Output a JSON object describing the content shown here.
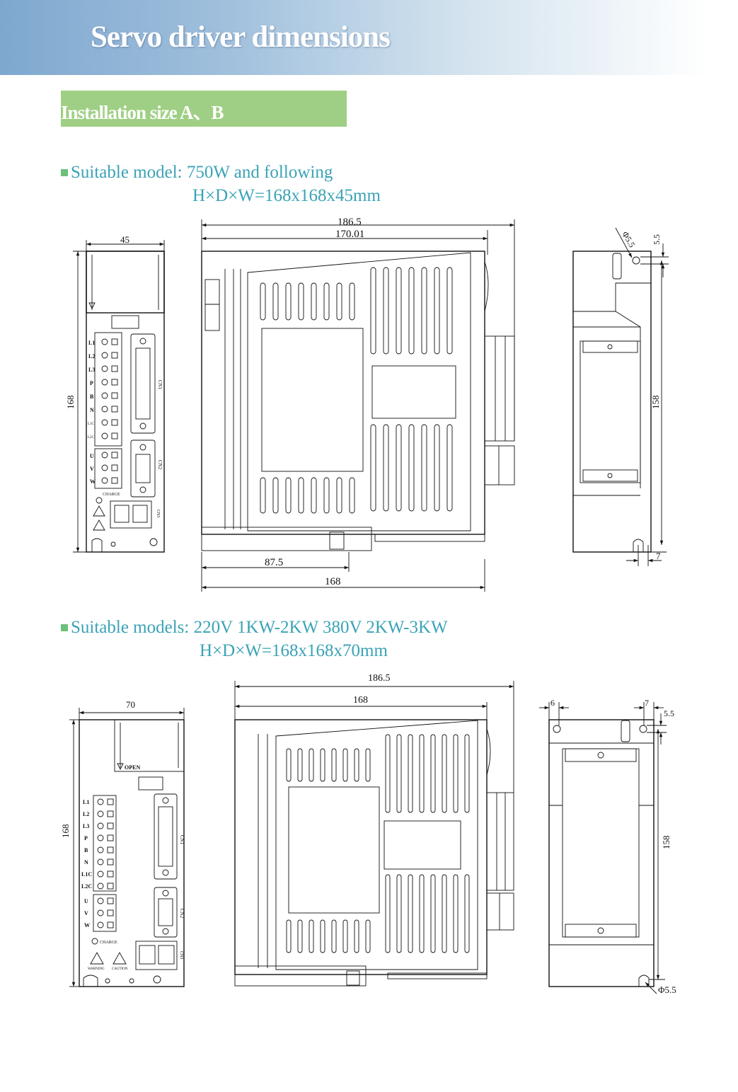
{
  "header": {
    "title": "Servo driver dimensions",
    "gradient_colors": [
      "#7fa8cf",
      "#d2e2ee",
      "#ffffff"
    ]
  },
  "section": {
    "title": "Installation size A、B",
    "tab_color": "#9fcf84"
  },
  "text_color": "#3aa3b5",
  "model_a": {
    "line1": "Suitable model: 750W and following",
    "line2": "H×D×W=168x168x45mm",
    "dims": {
      "front_width": "45",
      "front_height": "168",
      "side_total": "186.5",
      "side_body": "170.01",
      "side_bottom_mid": "87.5",
      "side_bottom": "168",
      "back_hole": "Φ5.5",
      "back_top": "5.5",
      "back_height": "158",
      "back_foot": "7"
    }
  },
  "model_b": {
    "line1": "Suitable models: 220V 1KW-2KW 380V 2KW-3KW",
    "line2": "H×D×W=168x168x70mm",
    "dims": {
      "front_width": "70",
      "front_height": "168",
      "side_total": "186.5",
      "side_body": "168",
      "back_left": "6",
      "back_right": "7",
      "back_top": "5.5",
      "back_height": "158",
      "back_hole": "Φ5.5"
    }
  },
  "front_labels_a": {
    "terminals": [
      "L1",
      "L2",
      "L3",
      "P",
      "B",
      "N",
      "L1C",
      "L2C"
    ],
    "motor": [
      "U",
      "V",
      "W"
    ],
    "cn1": "CN1",
    "cn2": "CN2",
    "cn3": "CN3",
    "charge": "CHARGE"
  },
  "front_labels_b": {
    "terminals": [
      "L1",
      "L2",
      "L3",
      "P",
      "B",
      "N",
      "L1C",
      "L2C"
    ],
    "motor": [
      "U",
      "V",
      "W"
    ],
    "cn1": "CN1",
    "cn2": "CN2",
    "cn3": "CN3",
    "charge": "CHARGE",
    "open": "OPEN",
    "warning": "WARNING",
    "caution": "CAUTION"
  }
}
